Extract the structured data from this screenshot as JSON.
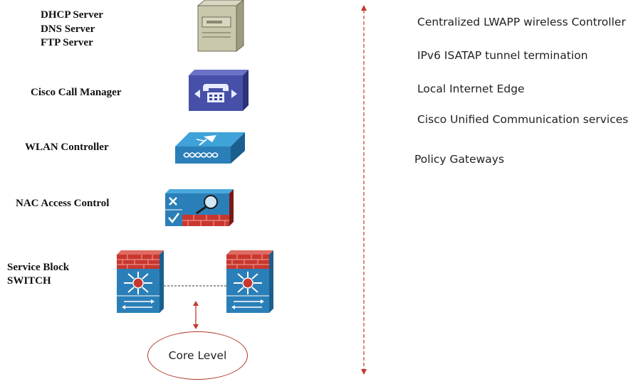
{
  "labels": {
    "dhcp": "DHCP Server",
    "dns": "DNS Server",
    "ftp": "FTP Server",
    "call_manager": "Cisco Call Manager",
    "wlan": "WLAN Controller",
    "nac": "NAC Access Control",
    "service_block_1": "Service Block",
    "service_block_2": "SWITCH"
  },
  "core": {
    "label": "Core Level"
  },
  "services": [
    "Centralized  LWAPP wireless Controller",
    "IPv6 ISATAP tunnel termination",
    "Local Internet Edge",
    "Cisco Unified  Communication services",
    "Policy Gateways"
  ],
  "colors": {
    "arrow": "#c0392b",
    "server_body": "#c9c7ac",
    "device_blue": "#2b7fb8",
    "callmgr_blue": "#4750a8",
    "firewall_red": "#c8372e"
  },
  "icons": [
    "server-icon",
    "call-manager-icon",
    "wlan-controller-icon",
    "nac-icon",
    "switch-firewall-icon"
  ]
}
